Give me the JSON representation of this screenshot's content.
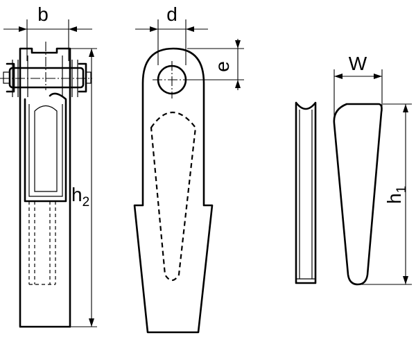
{
  "labels": {
    "b": "b",
    "d": "d",
    "e": "e",
    "w": "W",
    "h2_main": "h",
    "h2_sub": "2",
    "h1_main": "h",
    "h1_sub": "1"
  }
}
